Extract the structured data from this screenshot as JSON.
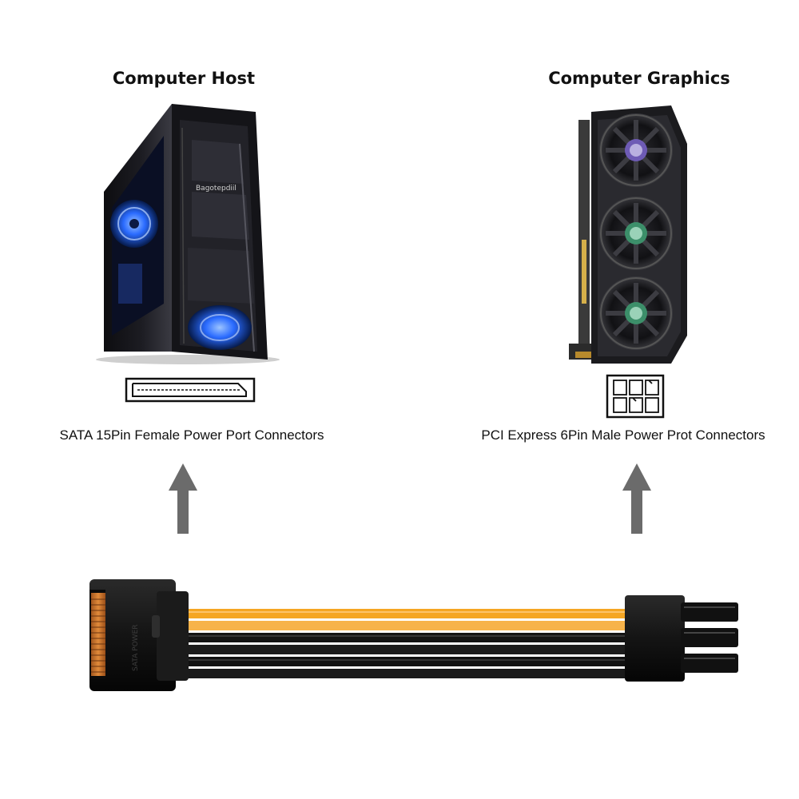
{
  "host": {
    "title": "Computer Host",
    "caption": "SATA 15Pin Female Power Port Connectors",
    "case_label": "Bagotepdiil"
  },
  "graphics": {
    "title": "Computer Graphics",
    "caption": "PCI Express 6Pin Male Power Prot Connectors"
  },
  "cable": {
    "sata_label": "SATA POWER",
    "wire_colors": [
      "#f5a623",
      "#111111"
    ]
  },
  "colors": {
    "arrow": "#6b6b6b",
    "case_glow": "#2a6bff",
    "connector": "#1a1a1a"
  }
}
